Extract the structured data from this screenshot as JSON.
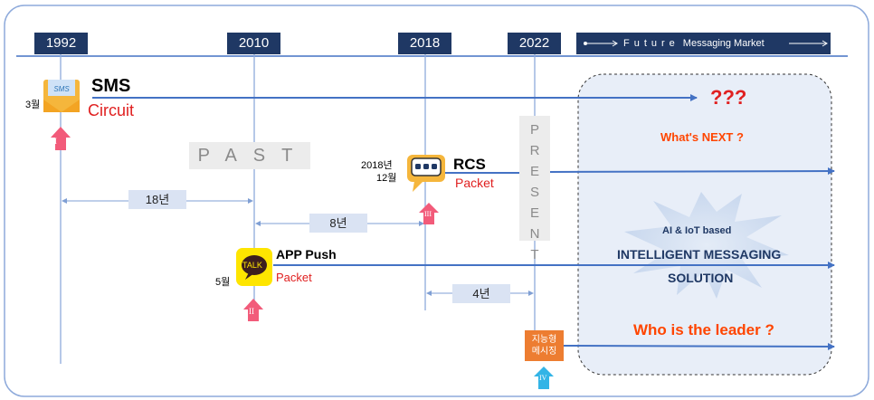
{
  "timeline": {
    "years": [
      "1992",
      "2010",
      "2018",
      "2022"
    ],
    "future_label": "Future",
    "future_label_2": "Messaging Market"
  },
  "events": {
    "sms": {
      "month": "3월",
      "icon_text": "SMS",
      "name": "SMS",
      "type": "Circuit",
      "marker": "I"
    },
    "app_push": {
      "month": "5월",
      "icon_text": "TALK",
      "name": "APP Push",
      "type": "Packet",
      "marker": "II"
    },
    "rcs": {
      "month_year": "2018년",
      "month": "12월",
      "name": "RCS",
      "type": "Packet",
      "marker": "III"
    },
    "intelligent": {
      "label": "지능형\n메시징",
      "marker": "IV"
    }
  },
  "durations": [
    "18년",
    "8년",
    "4년"
  ],
  "eras": {
    "past": "PAST",
    "present": [
      "P",
      "R",
      "E",
      "S",
      "E",
      "N",
      "T"
    ]
  },
  "future_box": {
    "question": "???",
    "whats_next": "What's NEXT ?",
    "ai_iot": "AI & IoT based",
    "solution_1": "INTELLIGENT MESSAGING",
    "solution_2": "SOLUTION",
    "leader": "Who is the leader ?"
  },
  "colors": {
    "navy": "#1f3864",
    "line_blue": "#4472c4",
    "red": "#e02020",
    "orange_red": "#ff4500",
    "light_blue": "#dae3f3",
    "pink": "#f25b7a",
    "cyan": "#33b4e6",
    "orange": "#ed7d31",
    "kakao_yellow": "#fee500"
  }
}
